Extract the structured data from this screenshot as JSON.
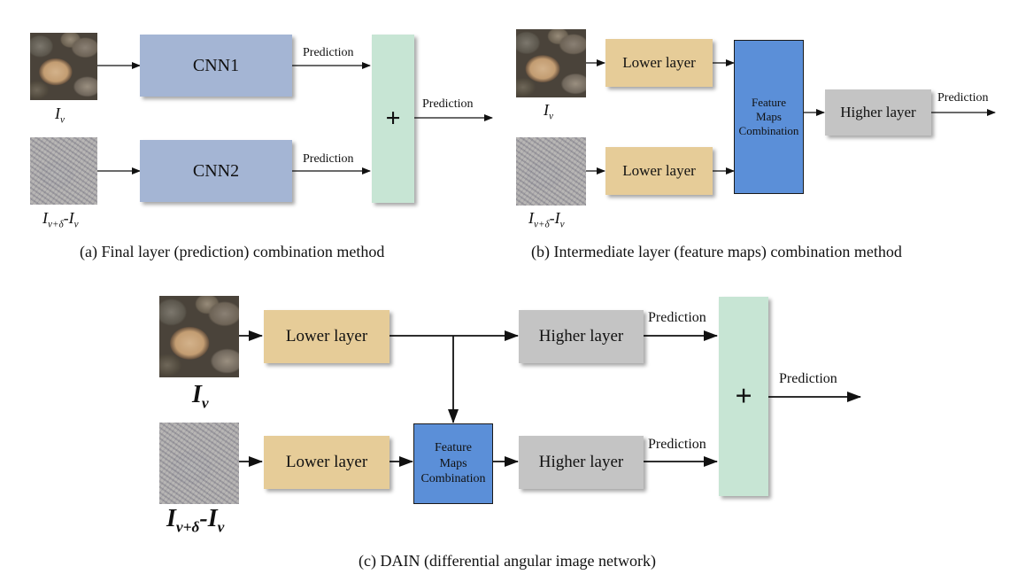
{
  "panel_a": {
    "box1": "CNN1",
    "box2": "CNN2",
    "pred1": "Prediction",
    "pred2": "Prediction",
    "pred_out": "Prediction",
    "plus": "+",
    "input1": {
      "base": "I",
      "sub": "v"
    },
    "input2": {
      "base1": "I",
      "sub1": "v+δ",
      "dash": "-",
      "base2": "I",
      "sub2": "v"
    },
    "caption": "(a) Final layer (prediction) combination method"
  },
  "panel_b": {
    "lower1": "Lower layer",
    "lower2": "Lower layer",
    "fmc": [
      "Feature",
      "Maps",
      "Combination"
    ],
    "higher": "Higher layer",
    "pred_out": "Prediction",
    "input1": {
      "base": "I",
      "sub": "v"
    },
    "input2": {
      "base1": "I",
      "sub1": "v+δ",
      "dash": "-",
      "base2": "I",
      "sub2": "v"
    },
    "caption": "(b) Intermediate layer (feature maps) combination method"
  },
  "panel_c": {
    "lower1": "Lower layer",
    "lower2": "Lower layer",
    "higher1": "Higher layer",
    "higher2": "Higher layer",
    "fmc": [
      "Feature",
      "Maps",
      "Combination"
    ],
    "pred1": "Prediction",
    "pred2": "Prediction",
    "pred_out": "Prediction",
    "plus": "+",
    "input1": {
      "base": "I",
      "sub": "v"
    },
    "input2": {
      "base1": "I",
      "sub1": "v+δ",
      "dash": "-",
      "base2": "I",
      "sub2": "v"
    },
    "caption": "(c) DAIN (differential angular image network)"
  },
  "colors": {
    "cnn": "#a4b5d4",
    "lower": "#e6cc98",
    "higher": "#c4c4c4",
    "fmc": "#5b8fd8",
    "sum": "#c7e5d4"
  }
}
